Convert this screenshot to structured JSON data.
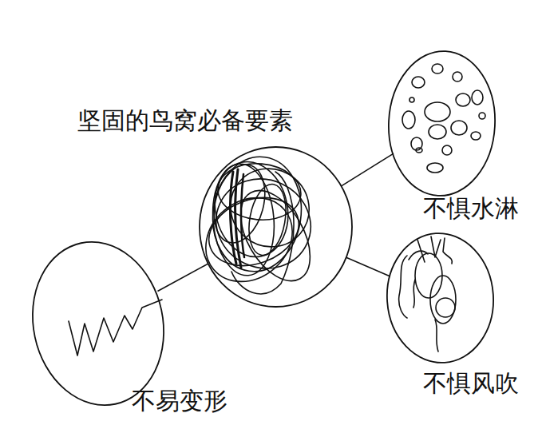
{
  "diagram": {
    "nodes": [
      {
        "text": [
          "坚固的鸟窝必备要素"
        ]
      },
      {
        "text": [
          "不惧水淋"
        ]
      },
      {
        "text": [
          "不惧风吹"
        ]
      },
      {
        "text": [
          "不易变形"
        ]
      }
    ],
    "edges": [
      {
        "from": 0,
        "to": 1,
        "arrow": "none"
      },
      {
        "from": 0,
        "to": 2,
        "arrow": "none"
      },
      {
        "from": 0,
        "to": 3,
        "arrow": "none"
      }
    ]
  }
}
